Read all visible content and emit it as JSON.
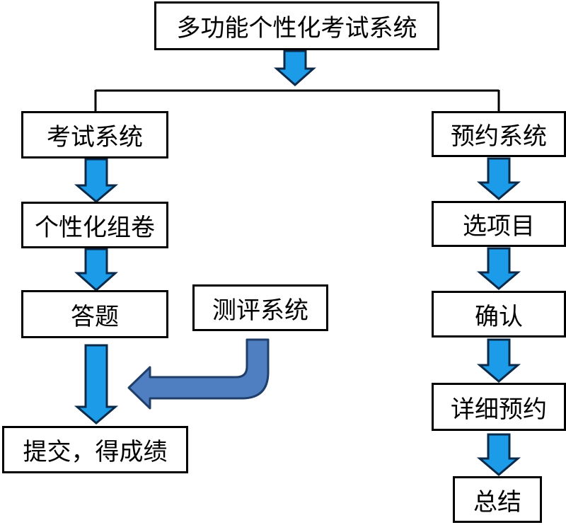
{
  "title": "多功能个性化考试系统",
  "exam_branch": {
    "title": "考试系统",
    "steps": [
      "个性化组卷",
      "答题",
      "提交，得成绩"
    ]
  },
  "reservation_branch": {
    "title": "预约系统",
    "steps": [
      "选项目",
      "确认",
      "详细预约",
      "总结"
    ]
  },
  "evaluation": "测评系统",
  "colors": {
    "arrow_fill": "#1b9be8",
    "arrow_stroke": "#0b2a4a",
    "feedback_fill": "#4f7fc0",
    "feedback_stroke": "#1f3f6a",
    "line": "#000000"
  }
}
